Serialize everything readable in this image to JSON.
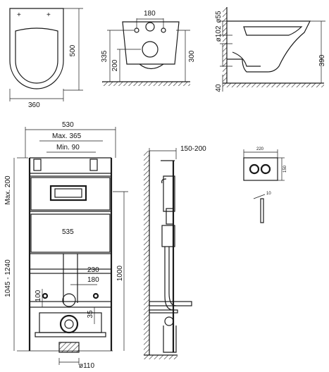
{
  "toilet_front": {
    "height_label": "500",
    "width_label": "360"
  },
  "toilet_back": {
    "hole_spacing_label": "180",
    "height_335_label": "335",
    "height_200_label": "200",
    "height_300_label": "300"
  },
  "toilet_side": {
    "dia55_label": "ø55",
    "dia102_label": "ø102",
    "height_390_label": "390",
    "offset_40_label": "40"
  },
  "frame_front": {
    "width_530_label": "530",
    "max365_label": "Max. 365",
    "min90_label": "Min. 90",
    "max200_label": "Max. 200",
    "height_range_label": "1045 - 1240",
    "inner_535_label": "535",
    "height_1000_label": "1000",
    "d230_label": "230",
    "d180_label": "180",
    "d100_label": "100",
    "d35_label": "35",
    "pipe_dia_label": "ø110"
  },
  "frame_side": {
    "depth_label": "150-200"
  },
  "flush_plate": {
    "width_label": "220",
    "height_label": "150",
    "thickness_label": "10"
  }
}
